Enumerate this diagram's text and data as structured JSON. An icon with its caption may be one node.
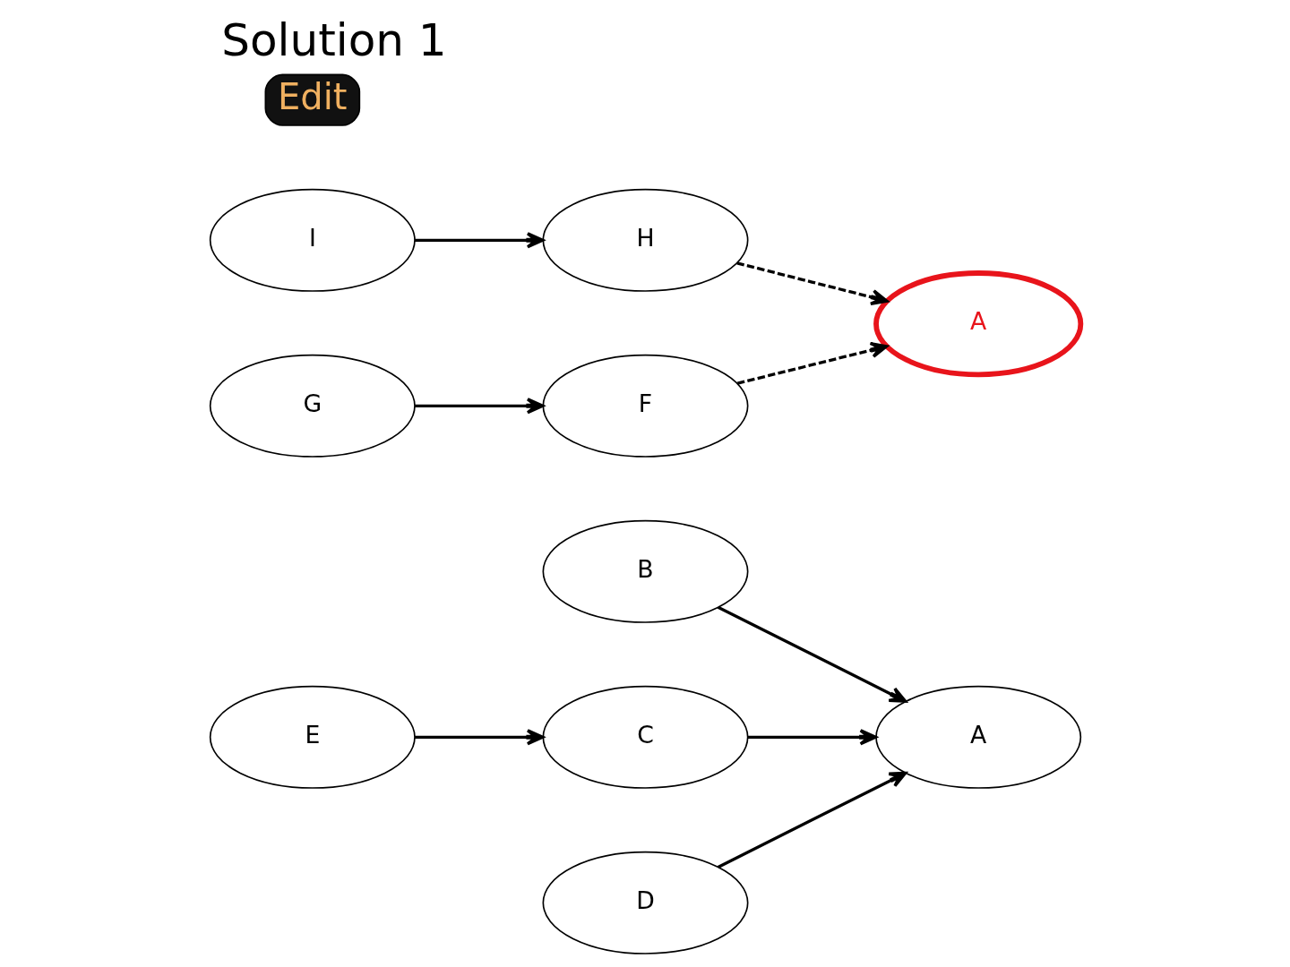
{
  "diagram": {
    "title": "Solution 1",
    "nodes": [
      {
        "text": [
          "B"
        ]
      },
      {
        "text": [
          "A"
        ]
      },
      {
        "text": [
          "C"
        ]
      },
      {
        "text": [
          "E"
        ]
      },
      {
        "text": [
          "D"
        ]
      },
      {
        "text": [
          "F"
        ]
      },
      {
        "text": [
          "A"
        ]
      },
      {
        "text": [
          "G"
        ]
      },
      {
        "text": [
          "H"
        ]
      },
      {
        "text": [
          "I"
        ]
      }
    ],
    "edges": [
      {
        "from": 0,
        "to": 1,
        "arrow": "to"
      },
      {
        "from": 2,
        "to": 1,
        "arrow": "to"
      },
      {
        "from": 3,
        "to": 2,
        "arrow": "to"
      },
      {
        "from": 4,
        "to": 1,
        "arrow": "to"
      },
      {
        "from": 5,
        "to": 6,
        "arrow": "to",
        "style": "dashed"
      },
      {
        "from": 7,
        "to": 5,
        "arrow": "to"
      },
      {
        "from": 8,
        "to": 6,
        "arrow": "to",
        "style": "dashed"
      },
      {
        "from": 9,
        "to": 8,
        "arrow": "to"
      }
    ],
    "labels": [
      "Edit"
    ]
  }
}
